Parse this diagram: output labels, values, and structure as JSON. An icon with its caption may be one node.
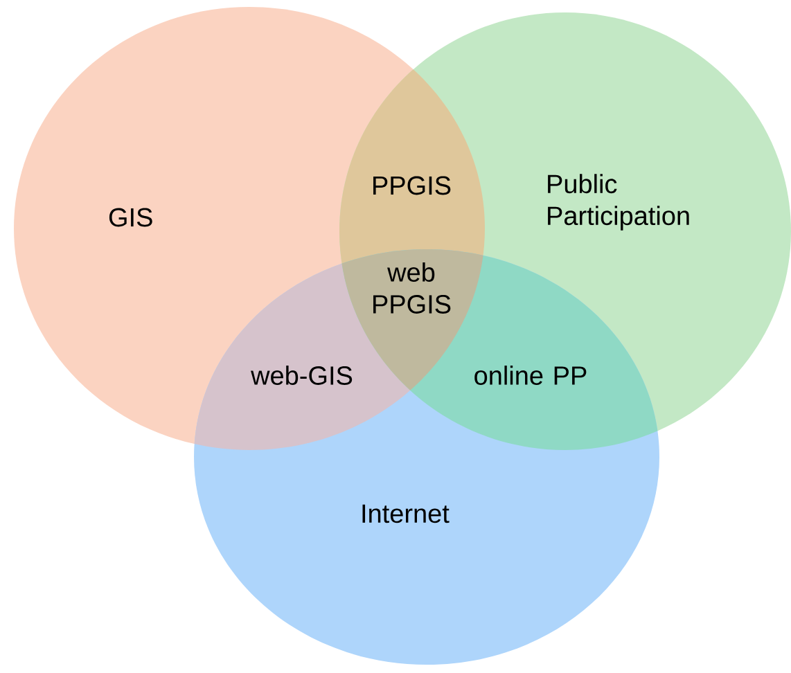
{
  "diagram": {
    "nodes": [
      {
        "text": [
          "GIS"
        ]
      },
      {
        "text": [
          "Public Participation"
        ]
      },
      {
        "text": [
          "Internet"
        ]
      }
    ],
    "labels": [
      "PPGIS",
      "web PPGIS",
      "web-GIS",
      "online PP"
    ]
  }
}
